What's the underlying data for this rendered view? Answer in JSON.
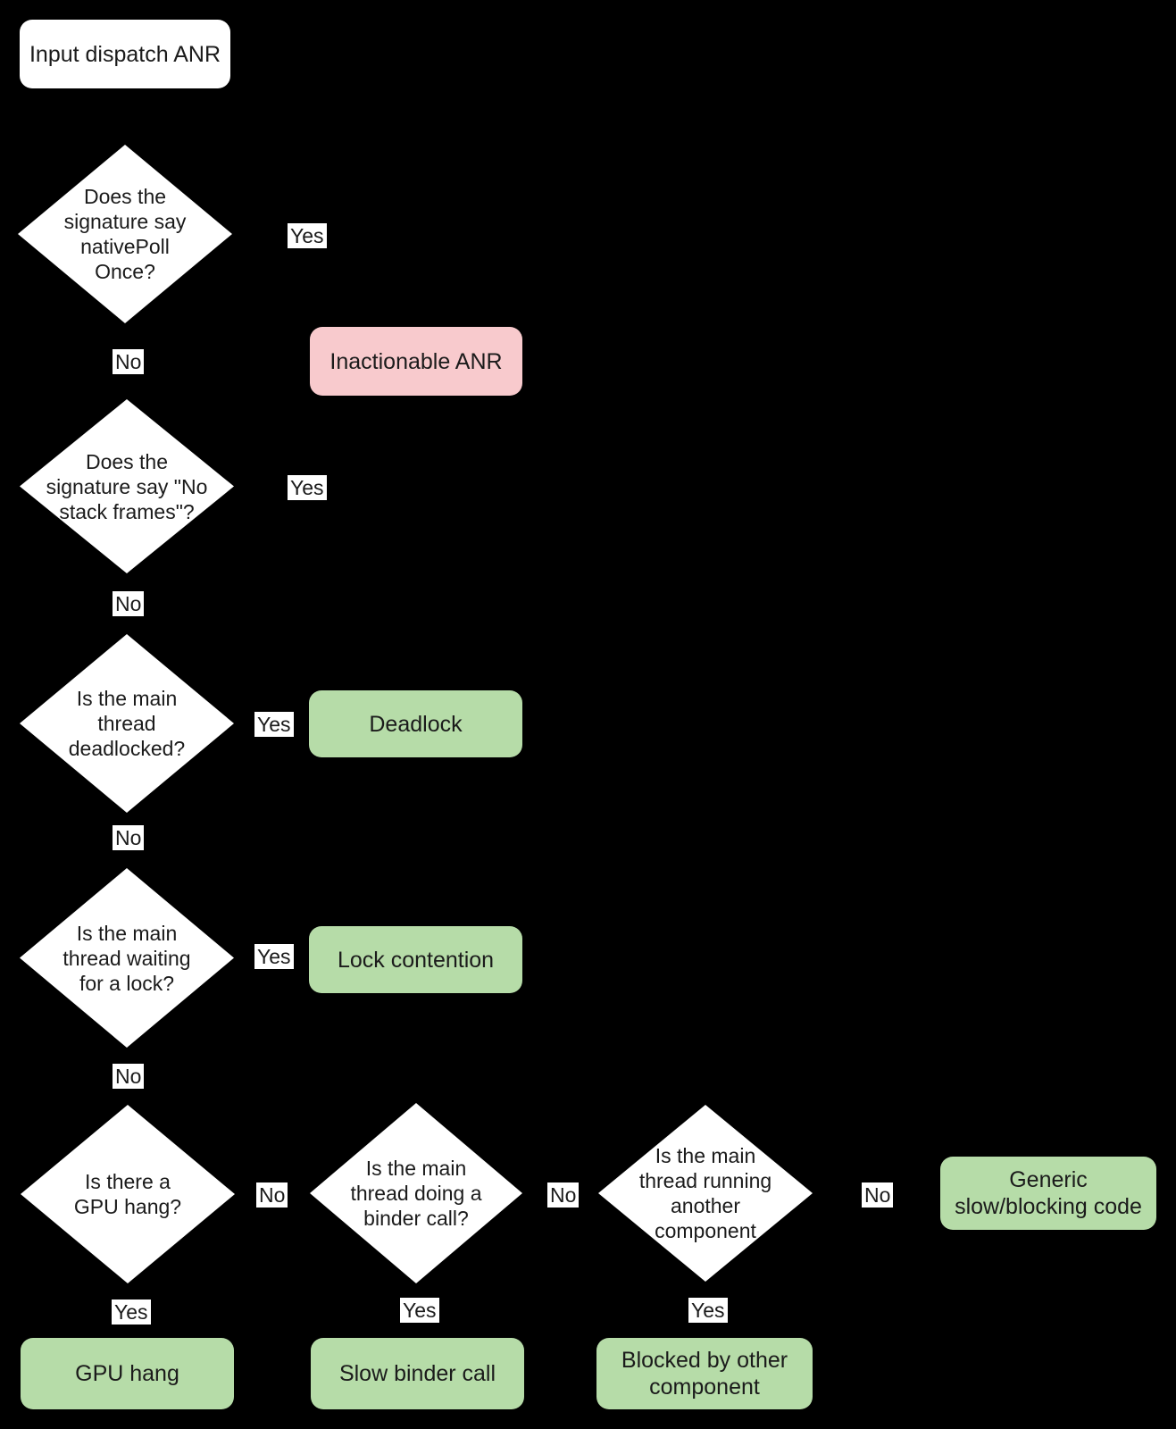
{
  "colors": {
    "background": "#000000",
    "node_white": "#ffffff",
    "outcome_green": "#b6dca8",
    "inactionable_pink": "#f8cacd",
    "text": "#1b1b1b"
  },
  "flowchart": {
    "nodes": {
      "start": {
        "label": "Input dispatch ANR"
      },
      "q_native_poll": {
        "label": "Does the\nsignature say\nnativePoll\nOnce?"
      },
      "inactionable": {
        "label": "Inactionable ANR"
      },
      "q_no_stack_frames": {
        "label": "Does the\nsignature say \"No\nstack frames\"?"
      },
      "q_deadlocked": {
        "label": "Is the main\nthread\ndeadlocked?"
      },
      "deadlock": {
        "label": "Deadlock"
      },
      "q_waiting_lock": {
        "label": "Is the main\nthread waiting\nfor a lock?"
      },
      "lock_contention": {
        "label": "Lock contention"
      },
      "q_gpu_hang": {
        "label": "Is there a\nGPU hang?"
      },
      "q_binder_call": {
        "label": "Is the main\nthread doing a\nbinder call?"
      },
      "q_other_component": {
        "label": "Is the main\nthread running\nanother\ncomponent"
      },
      "generic_slow": {
        "label": "Generic\nslow/blocking code"
      },
      "gpu_hang": {
        "label": "GPU hang"
      },
      "slow_binder": {
        "label": "Slow binder call"
      },
      "blocked_other": {
        "label": "Blocked by other\ncomponent"
      }
    },
    "edge_labels": {
      "yes_native_poll": "Yes",
      "no_native_poll": "No",
      "yes_no_stack_frames": "Yes",
      "no_no_stack_frames": "No",
      "yes_deadlocked": "Yes",
      "no_deadlocked": "No",
      "yes_waiting_lock": "Yes",
      "no_waiting_lock": "No",
      "no_gpu_hang": "No",
      "yes_gpu_hang": "Yes",
      "no_binder_call": "No",
      "yes_binder_call": "Yes",
      "no_other_component": "No",
      "yes_other_component": "Yes"
    }
  }
}
